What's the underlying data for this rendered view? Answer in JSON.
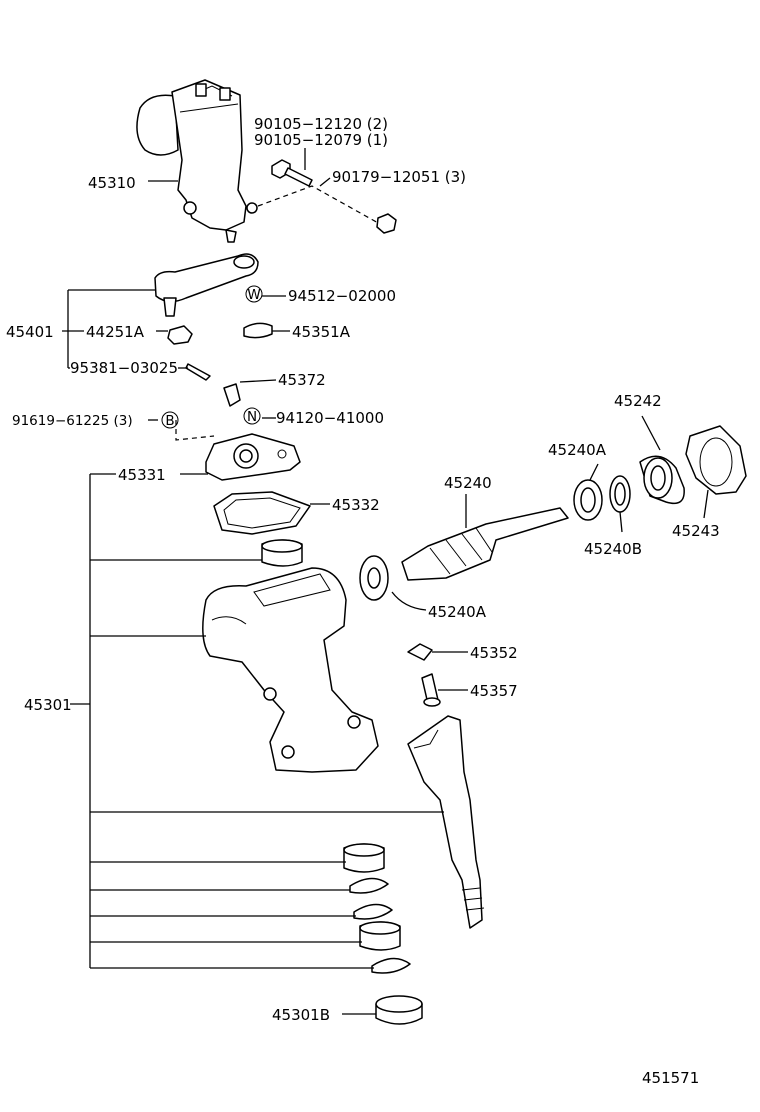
{
  "labels": {
    "p45310": "45310",
    "p90105a": "90105−12120 (2)",
    "p90105b": "90105−12079 (1)",
    "p90179": "90179−12051 (3)",
    "p94512": "94512−02000",
    "p45401": "45401",
    "p44251a": "44251A",
    "p45351a": "45351A",
    "p95381": "95381−03025",
    "p45372": "45372",
    "p91619": "91619−61225 (3)",
    "p94120": "94120−41000",
    "p45331": "45331",
    "p45332": "45332",
    "p45242": "45242",
    "p45240a_upper": "45240A",
    "p45240": "45240",
    "p45243": "45243",
    "p45240b": "45240B",
    "p45240a_lower": "45240A",
    "p45352": "45352",
    "p45357": "45357",
    "p45301": "45301",
    "p45301b": "45301B",
    "diagram_no": "451571"
  },
  "symbols": {
    "w": "W",
    "n": "N",
    "b": "B"
  }
}
